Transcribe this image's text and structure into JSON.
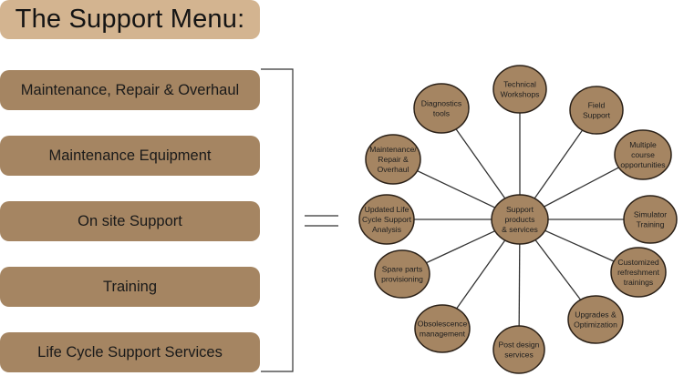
{
  "title": "The Support Menu:",
  "menu_items": [
    {
      "label": "Maintenance, Repair & Overhaul"
    },
    {
      "label": "Maintenance Equipment"
    },
    {
      "label": "On site Support"
    },
    {
      "label": "Training"
    },
    {
      "label": "Life Cycle Support Services"
    }
  ],
  "equals_symbol": "=",
  "hub": {
    "lines": [
      "Support",
      "products",
      "& services"
    ]
  },
  "spokes": [
    {
      "id": "technical-workshops",
      "lines": [
        "Technical",
        "Workshops"
      ]
    },
    {
      "id": "field-support",
      "lines": [
        "Field",
        "Support"
      ]
    },
    {
      "id": "multiple-course-opportunities",
      "lines": [
        "Multiple",
        "course",
        "opportunities"
      ]
    },
    {
      "id": "simulator-training",
      "lines": [
        "Simulator",
        "Training"
      ]
    },
    {
      "id": "customized-refreshment-trainings",
      "lines": [
        "Customized",
        "refreshment",
        "trainings"
      ]
    },
    {
      "id": "upgrades-optimization",
      "lines": [
        "Upgrades &",
        "Optimization"
      ]
    },
    {
      "id": "post-design-services",
      "lines": [
        "Post design",
        "services"
      ]
    },
    {
      "id": "obsolescence-management",
      "lines": [
        "Obsolescence",
        "management"
      ]
    },
    {
      "id": "spare-parts-provisioning",
      "lines": [
        "Spare parts",
        "provisioning"
      ]
    },
    {
      "id": "updated-life-cycle-support-analysis",
      "lines": [
        "Updated Life",
        "Cycle Support",
        "Analysis"
      ]
    },
    {
      "id": "maintenance-repair-overhaul",
      "lines": [
        "Maintenance/",
        "Repair &",
        "Overhaul"
      ]
    },
    {
      "id": "diagnostics-tools",
      "lines": [
        "Diagnostics",
        "tools"
      ]
    }
  ],
  "colors": {
    "title_fill": "#d3b490",
    "menu_fill": "#a58562",
    "node_fill": "#a58562",
    "node_stroke": "#2b2118",
    "line": "#333333"
  }
}
